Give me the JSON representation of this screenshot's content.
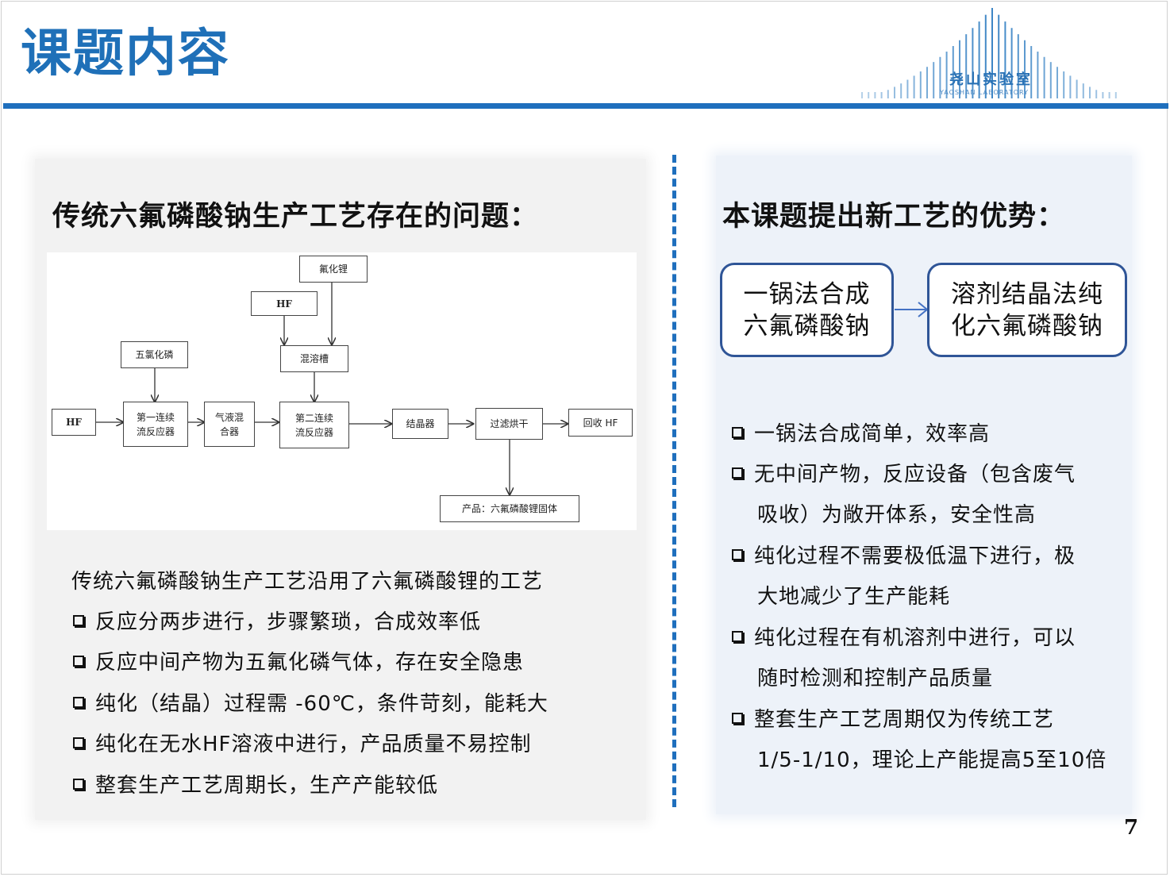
{
  "header": {
    "title": "课题内容",
    "logo_text": "尧山实验室",
    "logo_subtext": "YAOSHAN LABORATORY"
  },
  "left_panel": {
    "heading": "传统六氟磷酸钠生产工艺存在的问题：",
    "flow_nodes": {
      "lif": "氟化锂",
      "hf_top": "HF",
      "pcl5": "五氯化磷",
      "mixing_tank": "混溶槽",
      "hf_input": "HF",
      "reactor1_line1": "第一连续",
      "reactor1_line2": "流反应器",
      "gas_liquid_line1": "气液混",
      "gas_liquid_line2": "合器",
      "reactor2_line1": "第二连续",
      "reactor2_line2": "流反应器",
      "crystallizer": "结晶器",
      "filter_dry": "过滤烘干",
      "recover_hf": "回收 HF",
      "product": "产品：六氟磷酸锂固体"
    },
    "intro": "传统六氟磷酸钠生产工艺沿用了六氟磷酸锂的工艺",
    "bullets": [
      "反应分两步进行，步骤繁琐，合成效率低",
      "反应中间产物为五氟化磷气体，存在安全隐患",
      "纯化（结晶）过程需 -60℃，条件苛刻，能耗大",
      "纯化在无水HF溶液中进行，产品质量不易控制",
      "整套生产工艺周期长，生产产能较低"
    ]
  },
  "right_panel": {
    "heading": "本课题提出新工艺的优势：",
    "box1_line1": "一锅法合成",
    "box1_line2": "六氟磷酸钠",
    "box2_line1": "溶剂结晶法纯",
    "box2_line2": "化六氟磷酸钠",
    "bullets": [
      {
        "line1": "一锅法合成简单，效率高"
      },
      {
        "line1": "无中间产物，反应设备（包含废气",
        "line2": "吸收）为敞开体系，安全性高"
      },
      {
        "line1": "纯化过程不需要极低温下进行，极",
        "line2": "大地减少了生产能耗"
      },
      {
        "line1": "纯化过程在有机溶剂中进行，可以",
        "line2": "随时检测和控制产品质量"
      },
      {
        "line1": "整套生产工艺周期仅为传统工艺",
        "line2": "1/5-1/10，理论上产能提高5至10倍"
      }
    ]
  },
  "page_number": "7",
  "colors": {
    "accent": "#1f6fbd",
    "title": "#1f70b8",
    "box_border": "#2f5597"
  }
}
